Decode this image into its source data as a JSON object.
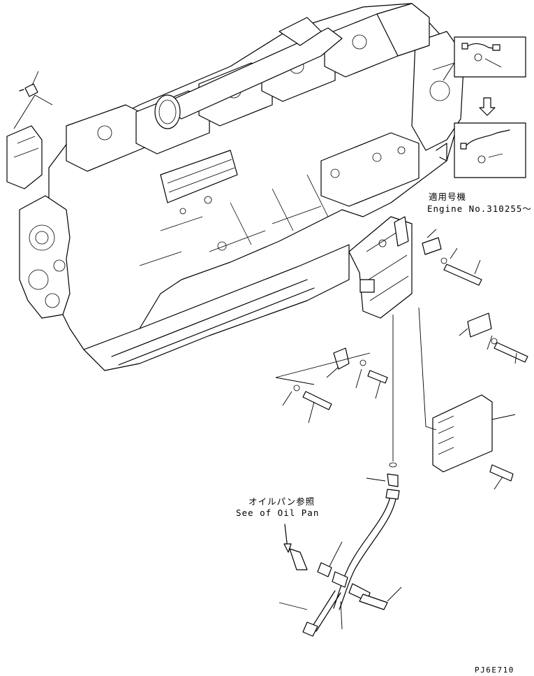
{
  "notes": {
    "applicable_jp": "適用号機",
    "engine_no": "Engine No.310255～",
    "oil_pan_jp": "オイルパン参照",
    "oil_pan_en": "See of Oil Pan"
  },
  "drawing_code": "PJ6E710"
}
